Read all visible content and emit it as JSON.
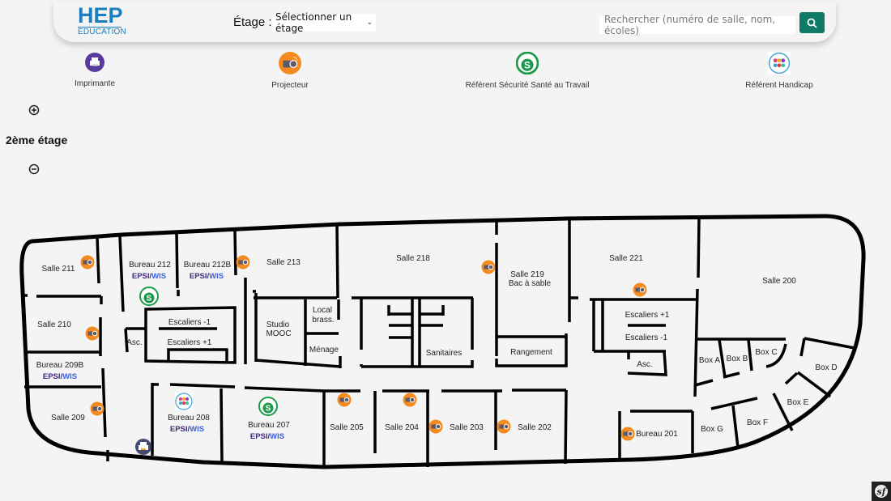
{
  "header": {
    "logo": {
      "main": "HEP",
      "sub": "EDUCATION"
    },
    "floor_label": "Étage :",
    "floor_select": {
      "value": "Sélectionner un étage"
    },
    "search": {
      "placeholder": "Rechercher (numéro de salle, nom, écoles)",
      "button_icon": "search-icon"
    }
  },
  "legend": [
    {
      "label": "Imprimante",
      "icon": "printer-icon",
      "color": "#5b3aa0"
    },
    {
      "label": "Projecteur",
      "icon": "projector-icon",
      "color": "#f58a1f"
    },
    {
      "label": "Référent Sécurité Santé au Travail",
      "icon": "safety-referent-icon",
      "color": "#1a9a4a"
    },
    {
      "label": "Référent Handicap",
      "icon": "disability-referent-icon",
      "color": "#3aa0d8"
    }
  ],
  "map": {
    "zoom_in": "zoom-in-icon",
    "zoom_out": "zoom-out-icon",
    "floor_title": "2ème étage",
    "school_tag": {
      "a": "EPSI",
      "sep": "/",
      "b": "WIS"
    },
    "rooms": {
      "salle211": "Salle 211",
      "bureau212": "Bureau 212",
      "bureau212b": "Bureau 212B",
      "salle213": "Salle 213",
      "salle218": "Salle 218",
      "salle219": "Salle 219",
      "salle219_sub": "Bac à sable",
      "salle221": "Salle 221",
      "salle200": "Salle 200",
      "salle210": "Salle 210",
      "asc1": "Asc.",
      "esc_m1_a": "Escaliers -1",
      "esc_p1_a": "Escaliers +1",
      "studio1": "Studio",
      "studio2": "MOOC",
      "local1": "Local",
      "local2": "brass.",
      "menage": "Ménage",
      "sanitaires": "Sanitaires",
      "rangement": "Rangement",
      "esc_p1_b": "Escaliers +1",
      "esc_m1_b": "Escaliers -1",
      "asc2": "Asc.",
      "boxA": "Box A",
      "boxB": "Box B",
      "boxC": "Box C",
      "boxD": "Box D",
      "boxE": "Box E",
      "boxF": "Box F",
      "boxG": "Box G",
      "bureau209b": "Bureau 209B",
      "salle209": "Salle 209",
      "bureau208": "Bureau 208",
      "bureau207": "Bureau 207",
      "salle205": "Salle 205",
      "salle204": "Salle 204",
      "salle203": "Salle 203",
      "salle202": "Salle 202",
      "bureau201": "Bureau 201"
    }
  },
  "footer": {
    "badge_icon": "symfony-icon"
  }
}
